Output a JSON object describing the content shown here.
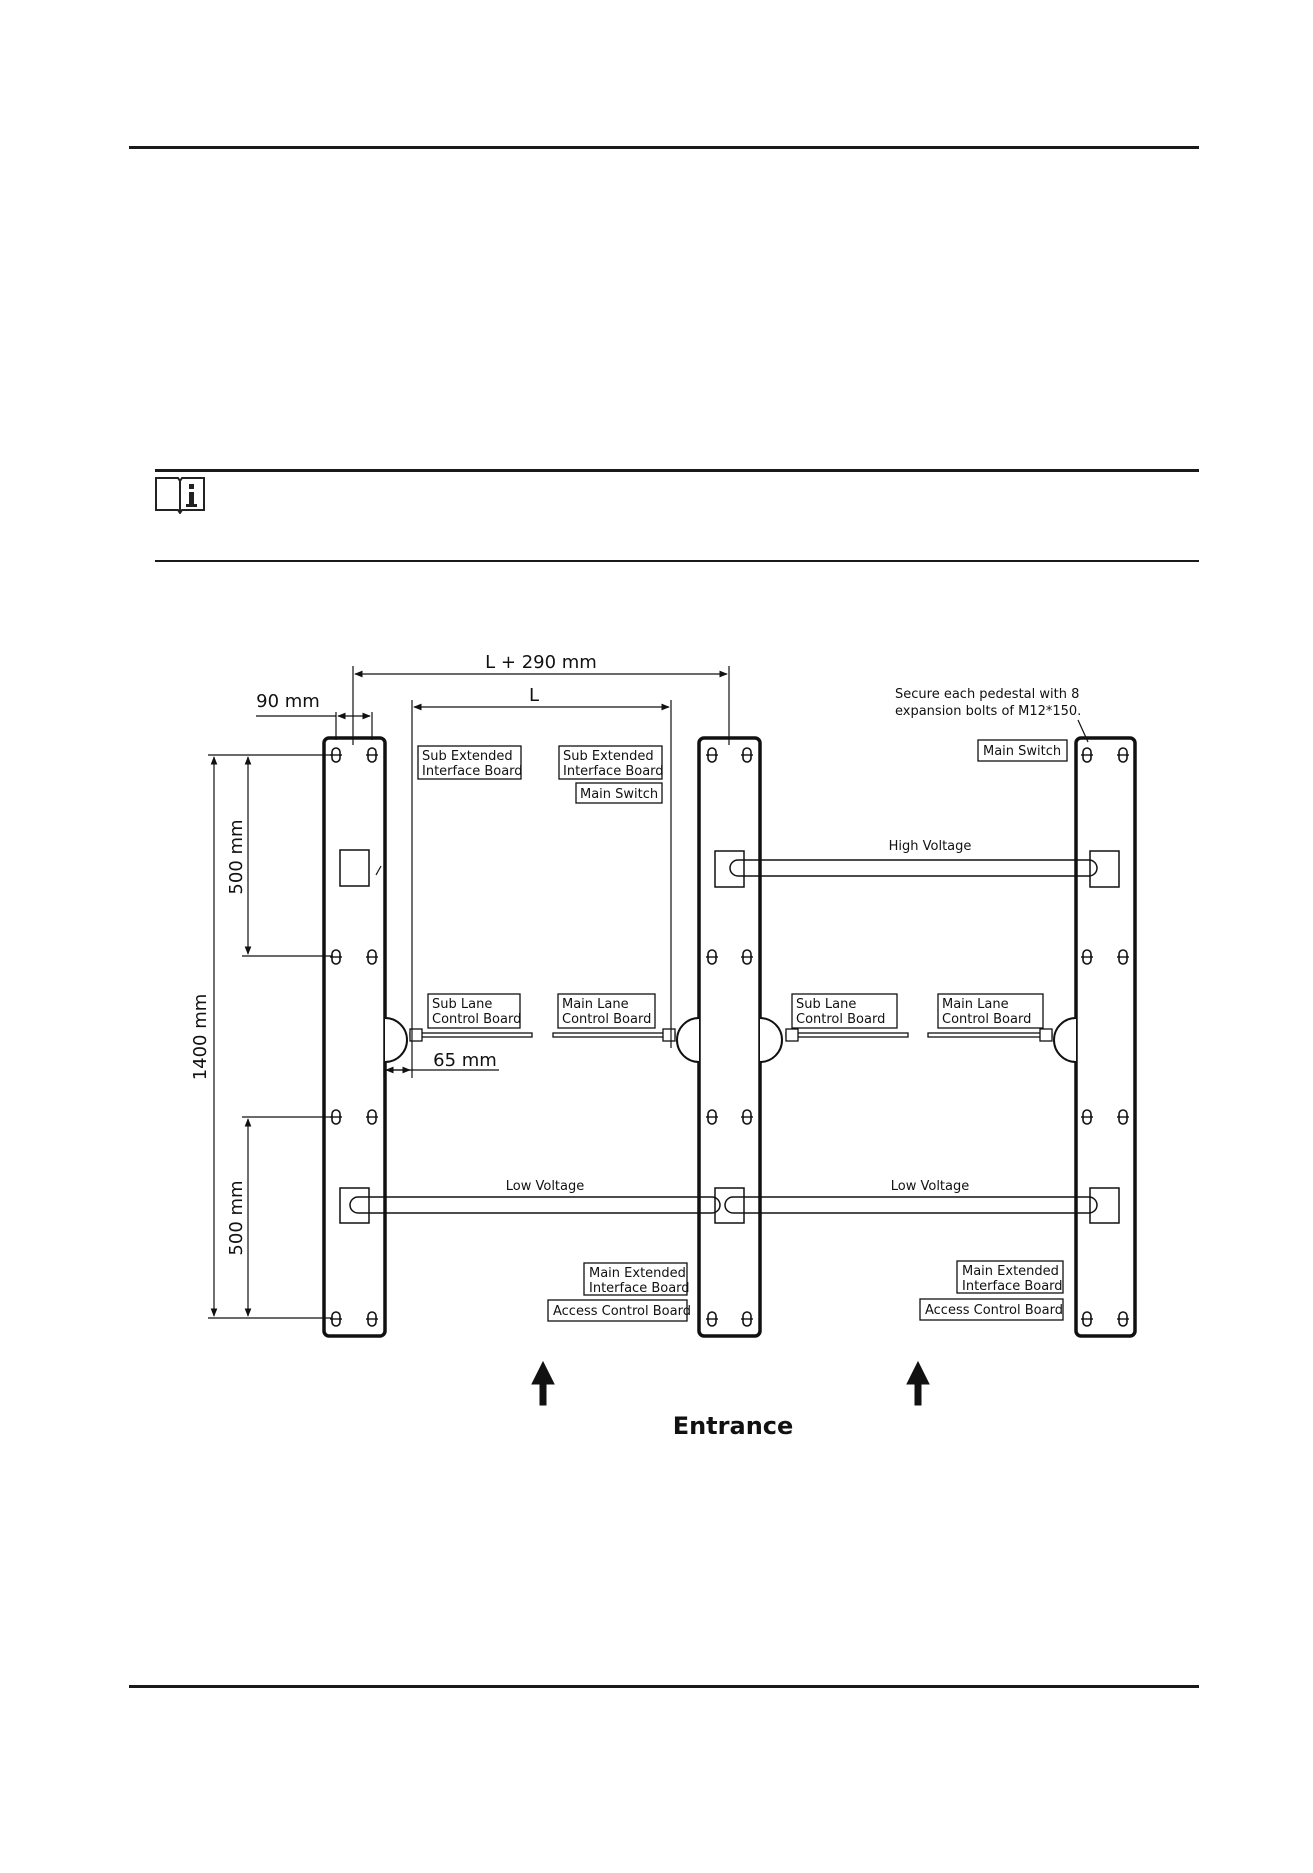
{
  "dimensions": {
    "span_outer": "L + 290 mm",
    "span_inner": "L",
    "edge_offset": "90 mm",
    "arm_offset": "65 mm",
    "total_height": "1400 mm",
    "upper_spacing": "500 mm",
    "lower_spacing": "500 mm"
  },
  "notes": {
    "bolts_line1": "Secure each pedestal with 8",
    "bolts_line2": "expansion bolts of M12*150."
  },
  "cables": {
    "high_voltage": "High Voltage",
    "low_voltage_left": "Low Voltage",
    "low_voltage_right": "Low Voltage"
  },
  "labels": {
    "sub_ext_left_1": "Sub Extended",
    "sub_ext_left_2": "Interface Board",
    "sub_ext_mid_1": "Sub Extended",
    "sub_ext_mid_2": "Interface Board",
    "main_switch_mid": "Main Switch",
    "main_switch_right": "Main Switch",
    "sub_lane_left_1": "Sub Lane",
    "sub_lane_left_2": "Control Board",
    "main_lane_left_1": "Main Lane",
    "main_lane_left_2": "Control Board",
    "sub_lane_right_1": "Sub Lane",
    "sub_lane_right_2": "Control Board",
    "main_lane_right_1": "Main Lane",
    "main_lane_right_2": "Control Board",
    "main_ext_left_1": "Main Extended",
    "main_ext_left_2": "Interface Board",
    "access_left": "Access Control Board",
    "main_ext_right_1": "Main Extended",
    "main_ext_right_2": "Interface Board",
    "access_right": "Access Control Board"
  },
  "entrance": "Entrance"
}
